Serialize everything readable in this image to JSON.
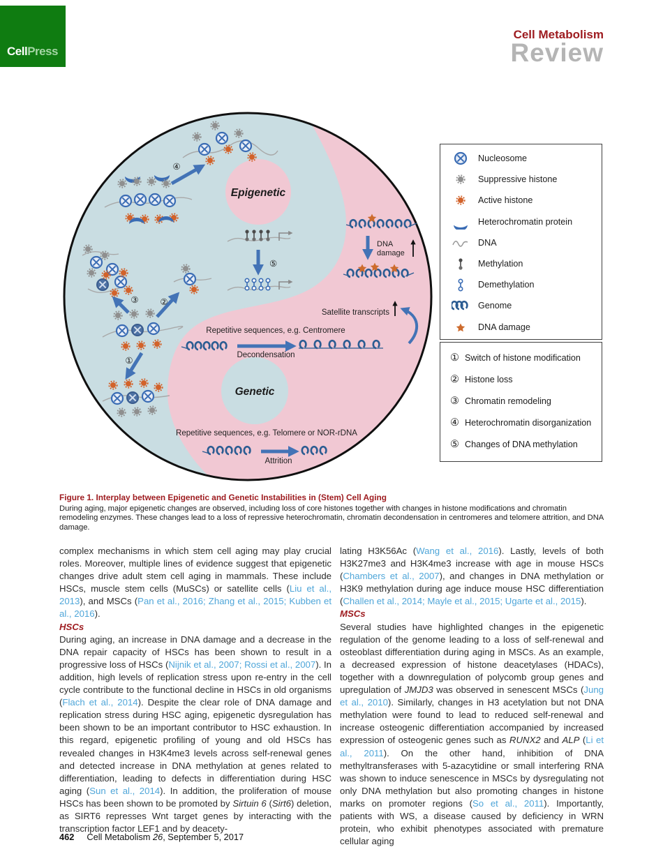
{
  "header": {
    "logo_cell": "Cell",
    "logo_press": "Press",
    "journal": "Cell Metabolism",
    "article_type": "Review"
  },
  "figure": {
    "labels": {
      "epigenetic": "Epigenetic",
      "genetic": "Genetic",
      "dna_damage_l1": "DNA",
      "dna_damage_l2": "damage",
      "satellite": "Satellite transcripts",
      "repetitive_centromere": "Repetitive sequences, e.g. Centromere",
      "decondensation": "Decondensation",
      "repetitive_telomere": "Repetitive sequences, e.g. Telomere or NOR-rDNA",
      "attrition": "Attrition",
      "m1": "①",
      "m2": "②",
      "m3": "③",
      "m4": "④",
      "m5": "⑤"
    },
    "colors": {
      "epigenetic_bg": "#c9dde2",
      "genetic_bg": "#f1c8d3",
      "arrow_blue": "#4373b6",
      "genome_coil": "#2b5c92",
      "active_histone": "#d2622a",
      "suppressive_histone": "#8f8f8f",
      "nucleosome": "#3a6cb4",
      "dark_red": "#9e1c20",
      "citation_blue": "#4fa6d9",
      "cellpress_green": "#0f7c11"
    }
  },
  "legend": {
    "symbols": [
      {
        "icon": "nucleosome-icon",
        "label": "Nucleosome"
      },
      {
        "icon": "suppressive-histone-icon",
        "label": "Suppressive histone"
      },
      {
        "icon": "active-histone-icon",
        "label": "Active histone"
      },
      {
        "icon": "heterochromatin-protein-icon",
        "label": "Heterochromatin protein"
      },
      {
        "icon": "dna-icon",
        "label": "DNA"
      },
      {
        "icon": "methylation-icon",
        "label": "Methylation"
      },
      {
        "icon": "demethylation-icon",
        "label": "Demethylation"
      },
      {
        "icon": "genome-icon",
        "label": "Genome"
      },
      {
        "icon": "dna-damage-icon",
        "label": "DNA damage"
      }
    ],
    "steps": [
      {
        "num": "①",
        "label": "Switch of histone modification"
      },
      {
        "num": "②",
        "label": "Histone loss"
      },
      {
        "num": "③",
        "label": "Chromatin remodeling"
      },
      {
        "num": "④",
        "label": "Heterochromatin disorganization"
      },
      {
        "num": "⑤",
        "label": "Changes of DNA methylation"
      }
    ]
  },
  "caption": {
    "title": "Figure 1.  Interplay between Epigenetic and Genetic Instabilities in (Stem) Cell Aging",
    "body": "During aging, major epigenetic changes are observed, including loss of core histones together with changes in histone modifications and chromatin remodeling enzymes. These changes lead to a loss of repressive heterochromatin, chromatin decondensation in centromeres and telomere attrition, and DNA damage."
  },
  "article": {
    "columns": [
      {
        "blocks": [
          {
            "type": "p",
            "segments": [
              {
                "t": "complex mechanisms in which stem cell aging may play crucial roles. Moreover, multiple lines of evidence suggest that epigenetic changes drive adult stem cell aging in mammals. These include HSCs, muscle stem cells (MuSCs) or satellite cells ("
              },
              {
                "s": "c",
                "t": "Liu et al., 2013"
              },
              {
                "t": "), and MSCs ("
              },
              {
                "s": "c",
                "t": "Pan et al., 2016; Zhang et al., 2015; Kubben et al., 2016"
              },
              {
                "t": ")."
              }
            ]
          },
          {
            "type": "h",
            "text": "HSCs"
          },
          {
            "type": "p",
            "segments": [
              {
                "t": "During aging, an increase in DNA damage and a decrease in the DNA repair capacity of HSCs has been shown to result in a progressive loss of HSCs ("
              },
              {
                "s": "c",
                "t": "Nijnik et al., 2007; Rossi et al., 2007"
              },
              {
                "t": "). In addition, high levels of replication stress upon re-entry in the cell cycle contribute to the functional decline in HSCs in old organisms ("
              },
              {
                "s": "c",
                "t": "Flach et al., 2014"
              },
              {
                "t": "). Despite the clear role of DNA damage and replication stress during HSC aging, epigenetic dysregulation has been shown to be an important contributor to HSC exhaustion. In this regard, epigenetic profiling of young and old HSCs has revealed changes in H3K4me3 levels across self-renewal genes and detected increase in DNA methylation at genes related to differentiation, leading to defects in differentiation during HSC aging ("
              },
              {
                "s": "c",
                "t": "Sun et al., 2014"
              },
              {
                "t": "). In addition, the proliferation of mouse HSCs has been shown to be promoted by "
              },
              {
                "s": "i",
                "t": "Sirtuin 6"
              },
              {
                "t": " ("
              },
              {
                "s": "i",
                "t": "Sirt6"
              },
              {
                "t": ") deletion, as SIRT6 represses Wnt target genes by interacting with the transcription factor LEF1 and by deacety-"
              }
            ]
          }
        ]
      },
      {
        "blocks": [
          {
            "type": "p",
            "segments": [
              {
                "t": "lating H3K56Ac ("
              },
              {
                "s": "c",
                "t": "Wang et al., 2016"
              },
              {
                "t": "). Lastly, levels of both H3K27me3 and H3K4me3 increase with age in mouse HSCs ("
              },
              {
                "s": "c",
                "t": "Chambers et al., 2007"
              },
              {
                "t": "), and changes in DNA methylation or H3K9 methylation during age induce mouse HSC differentiation ("
              },
              {
                "s": "c",
                "t": "Challen et al., 2014; Mayle et al., 2015; Ugarte et al., 2015"
              },
              {
                "t": ")."
              }
            ]
          },
          {
            "type": "h",
            "text": "MSCs"
          },
          {
            "type": "p",
            "segments": [
              {
                "t": "Several studies have highlighted changes in the epigenetic regulation of the genome leading to a loss of self-renewal and osteoblast differentiation during aging in MSCs. As an example, a decreased expression of histone deacetylases (HDACs), together with a downregulation of polycomb group genes and upregulation of "
              },
              {
                "s": "i",
                "t": "JMJD3"
              },
              {
                "t": " was observed in senescent MSCs ("
              },
              {
                "s": "c",
                "t": "Jung et al., 2010"
              },
              {
                "t": "). Similarly, changes in H3 acetylation but not DNA methylation were found to lead to reduced self-renewal and increase osteogenic differentiation accompanied by increased expression of osteogenic genes such as "
              },
              {
                "s": "i",
                "t": "RUNX2"
              },
              {
                "t": " and "
              },
              {
                "s": "i",
                "t": "ALP"
              },
              {
                "t": " ("
              },
              {
                "s": "c",
                "t": "Li et al., 2011"
              },
              {
                "t": "). On the other hand, inhibition of DNA methyltransferases with 5-azacytidine or small interfering RNA was shown to induce senescence in MSCs by dysregulating not only DNA methylation but also promoting changes in histone marks on promoter regions ("
              },
              {
                "s": "c",
                "t": "So et al., 2011"
              },
              {
                "t": "). Importantly, patients with WS, a disease caused by deficiency in WRN protein, who exhibit phenotypes associated with premature cellular aging"
              }
            ]
          }
        ]
      }
    ]
  },
  "footer": {
    "page_number": "462",
    "journal": "Cell Metabolism ",
    "volume": "26",
    "rest": ", September 5, 2017"
  }
}
